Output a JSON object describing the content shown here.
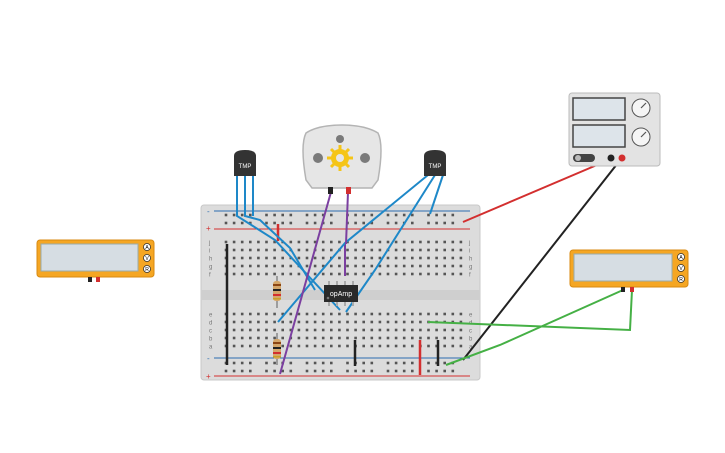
{
  "components": {
    "tmp_sensor_left": {
      "label": "TMP"
    },
    "tmp_sensor_right": {
      "label": "TMP"
    },
    "op_amp": {
      "label": "opAmp"
    },
    "multimeter_left": {
      "buttons": [
        "A",
        "V",
        "R"
      ]
    },
    "multimeter_right": {
      "buttons": [
        "A",
        "V",
        "R"
      ]
    }
  },
  "breadboard": {
    "row_letters_top": [
      "j",
      "i",
      "h",
      "g",
      "f"
    ],
    "row_letters_bottom": [
      "e",
      "d",
      "c",
      "b",
      "a"
    ],
    "column_count": 30
  },
  "colors": {
    "wire_red": "#d32f2f",
    "wire_black": "#222222",
    "wire_blue": "#1e88c8",
    "wire_purple": "#7b3fa0",
    "wire_green": "#45b045",
    "multimeter_body": "#f5a623",
    "multimeter_screen": "#d6dde3",
    "breadboard": "#dcdcdc",
    "rail_red": "#d32f2f",
    "rail_blue": "#2b6cb0"
  }
}
